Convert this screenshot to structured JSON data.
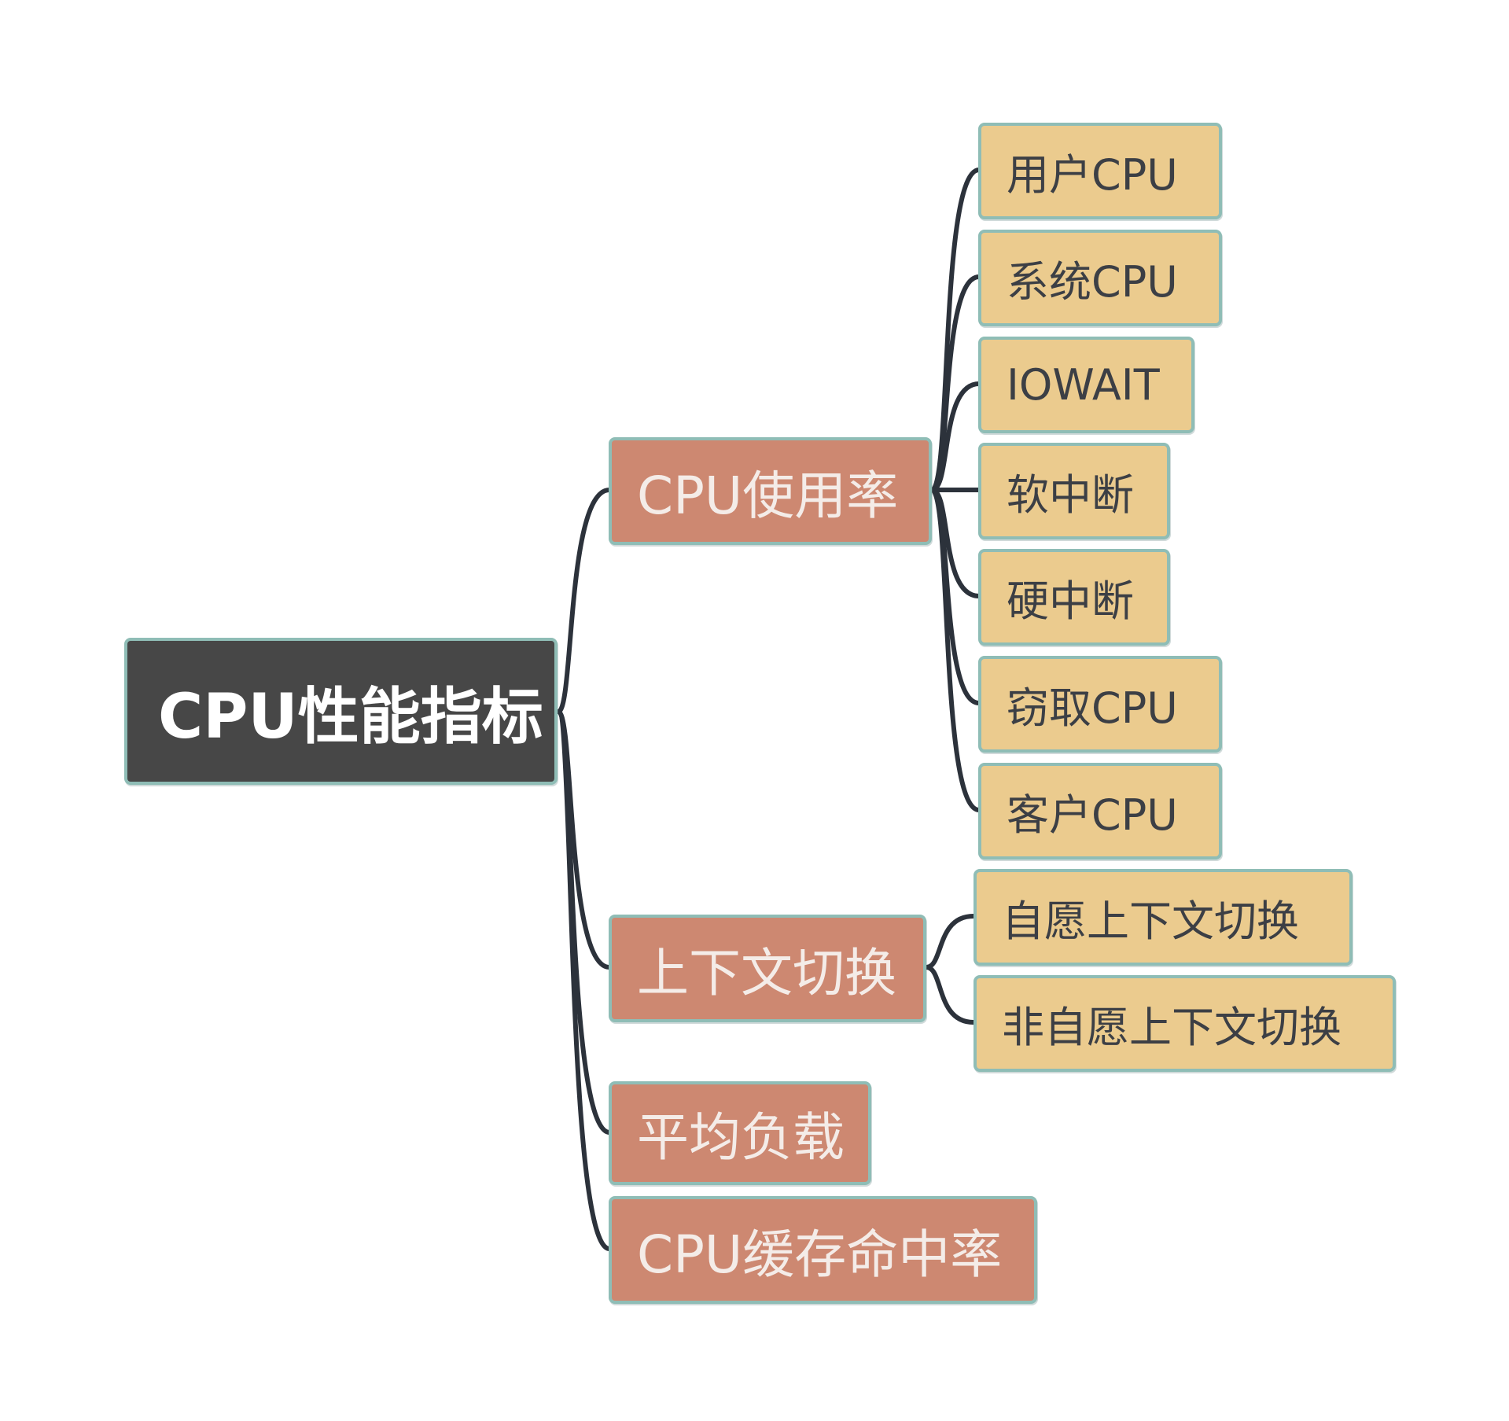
{
  "mindmap": {
    "root": "CPU性能指标",
    "branches": [
      {
        "label": "CPU使用率",
        "children": [
          "用户CPU",
          "系统CPU",
          "IOWAIT",
          "软中断",
          "硬中断",
          "窃取CPU",
          "客户CPU"
        ]
      },
      {
        "label": "上下文切换",
        "children": [
          "自愿上下文切换",
          "非自愿上下文切换"
        ]
      },
      {
        "label": "平均负载",
        "children": []
      },
      {
        "label": "CPU缓存命中率",
        "children": []
      }
    ]
  },
  "colors": {
    "background": "#ffffff",
    "root_fill": "#474747",
    "branch_fill": "#cd8871",
    "leaf_fill": "#ebcb8e",
    "border": "#8fbdb6",
    "connector": "#2c323b"
  }
}
